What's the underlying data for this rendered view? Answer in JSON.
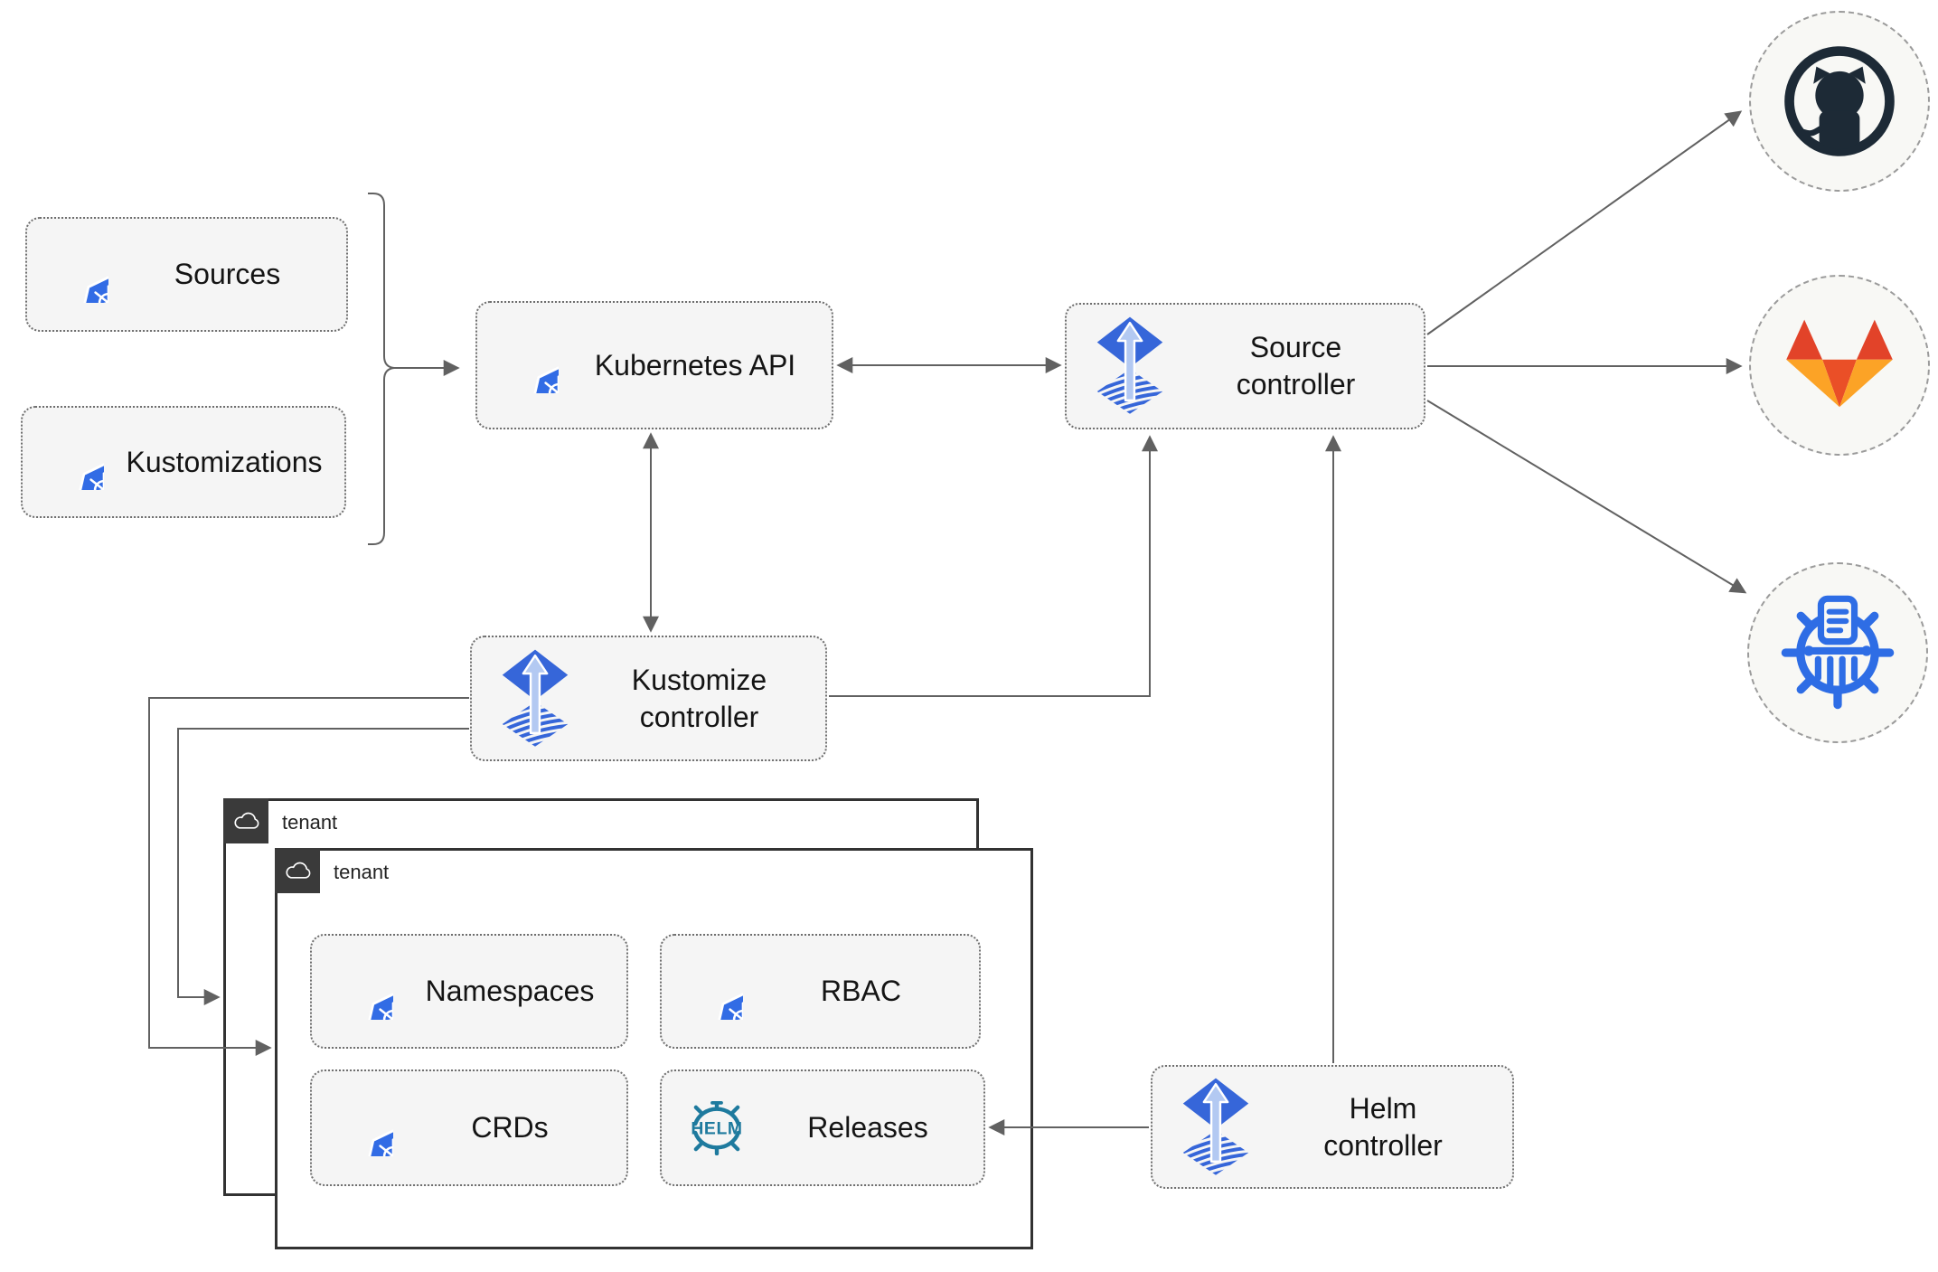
{
  "nodes": {
    "sources": {
      "label": "Sources"
    },
    "kustomizations": {
      "label": "Kustomizations"
    },
    "kubernetes_api": {
      "label": "Kubernetes API"
    },
    "source_controller": {
      "label": "Source\ncontroller"
    },
    "kustomize_controller": {
      "label": "Kustomize\ncontroller"
    },
    "helm_controller": {
      "label": "Helm\ncontroller"
    }
  },
  "tenant": {
    "back": {
      "label": "tenant"
    },
    "front": {
      "label": "tenant"
    },
    "items": {
      "namespaces": {
        "label": "Namespaces"
      },
      "rbac": {
        "label": "RBAC"
      },
      "crds": {
        "label": "CRDs"
      },
      "releases": {
        "label": "Releases",
        "logo_text": "HELM"
      }
    }
  },
  "remotes": {
    "github": {
      "icon": "github-icon"
    },
    "gitlab": {
      "icon": "gitlab-icon"
    },
    "chartmuseum": {
      "icon": "chartmuseum-icon"
    }
  },
  "colors": {
    "kubernetes_blue": "#326ce5",
    "flux_blue": "#3666d9",
    "flux_arrow_light": "#b3c9f2",
    "helm_teal": "#1e7a9e",
    "github_dark": "#1d2a36",
    "gitlab_red_orange": "#e24329",
    "gitlab_center_orange": "#ea4f27",
    "gitlab_light_orange": "#fca326",
    "chartmuseum_blue": "#2e6de5",
    "connector_gray": "#616161",
    "node_fill": "#f5f5f5",
    "remote_fill": "#f8f8f5",
    "tenant_header_dark": "#3a3a3a"
  }
}
